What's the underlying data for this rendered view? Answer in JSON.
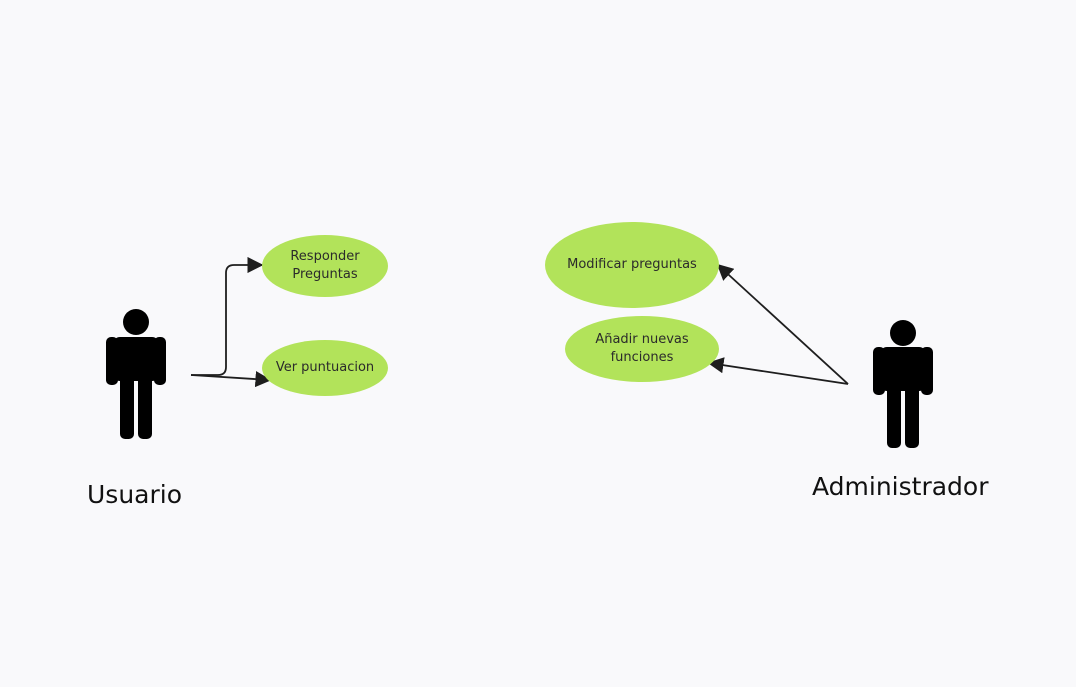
{
  "colors": {
    "background": "#f9f9fb",
    "use_case_fill": "#b2e35a",
    "actor": "#000000",
    "connector": "#1e1e1e"
  },
  "actors": {
    "usuario": {
      "label": "Usuario",
      "icon": "person-icon"
    },
    "administrador": {
      "label": "Administrador",
      "icon": "person-icon"
    }
  },
  "use_cases": {
    "responder": {
      "label": "Responder\nPreguntas"
    },
    "ver_puntuacion": {
      "label": "Ver puntuacion"
    },
    "modificar": {
      "label": "Modificar preguntas"
    },
    "anadir": {
      "label": "Añadir nuevas\nfunciones"
    }
  },
  "connections": [
    {
      "from": "Usuario",
      "to": "Responder Preguntas"
    },
    {
      "from": "Usuario",
      "to": "Ver puntuacion"
    },
    {
      "from": "Administrador",
      "to": "Modificar preguntas"
    },
    {
      "from": "Administrador",
      "to": "Añadir nuevas funciones"
    }
  ]
}
